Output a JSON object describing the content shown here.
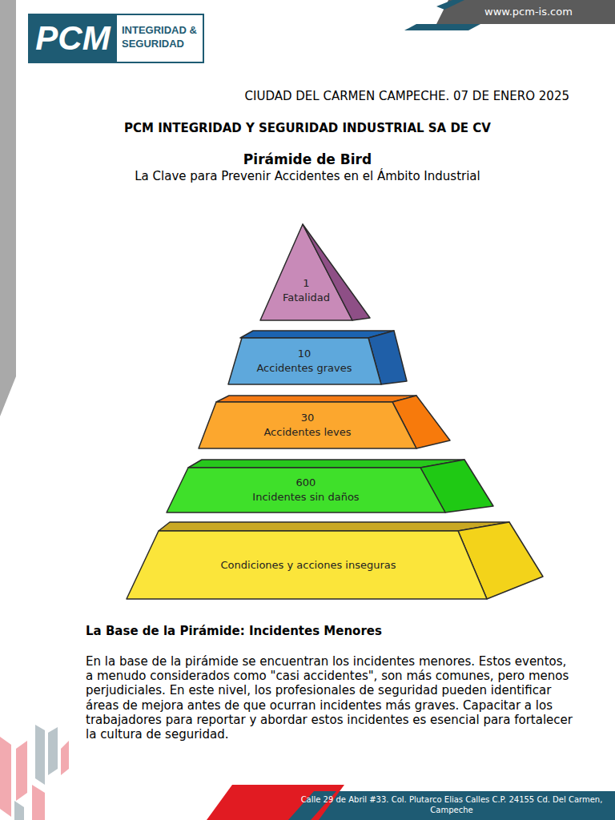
{
  "diagram": {
    "title": "Pirámide de Bird",
    "nodes": [
      {
        "text": [
          "1",
          "Fatalidad"
        ]
      },
      {
        "text": [
          "10",
          "Accidentes graves"
        ]
      },
      {
        "text": [
          "30",
          "Accidentes leves"
        ]
      },
      {
        "text": [
          "600",
          "Incidentes sin daños"
        ]
      },
      {
        "text": [
          "Condiciones y acciones inseguras"
        ]
      }
    ],
    "labels": [
      "www.pcm-is.com",
      "PCM",
      "INTEGRIDAD & SEGURIDAD",
      "CIUDAD DEL CARMEN CAMPECHE. 07 DE ENERO 2025",
      "PCM INTEGRIDAD Y SEGURIDAD INDUSTRIAL SA DE CV",
      "La Clave para Prevenir Accidentes en el Ámbito Industrial",
      "La Base de la Pirámide: Incidentes Menores",
      "En la base de la pirámide se encuentran los incidentes menores. Estos eventos, a menudo considerados como \"casi accidentes\", son más comunes, pero menos perjudiciales. En este nivel, los profesionales de seguridad pueden identificar áreas de mejora antes de que ocurran incidentes más graves. Capacitar a los trabajadores para reportar y abordar estos incidentes es esencial para fortalecer la cultura de seguridad.",
      "Calle 29 de Abril #33. Col. Plutarco Elias Calles C.P. 24155 Cd. Del Carmen, Campeche"
    ]
  }
}
